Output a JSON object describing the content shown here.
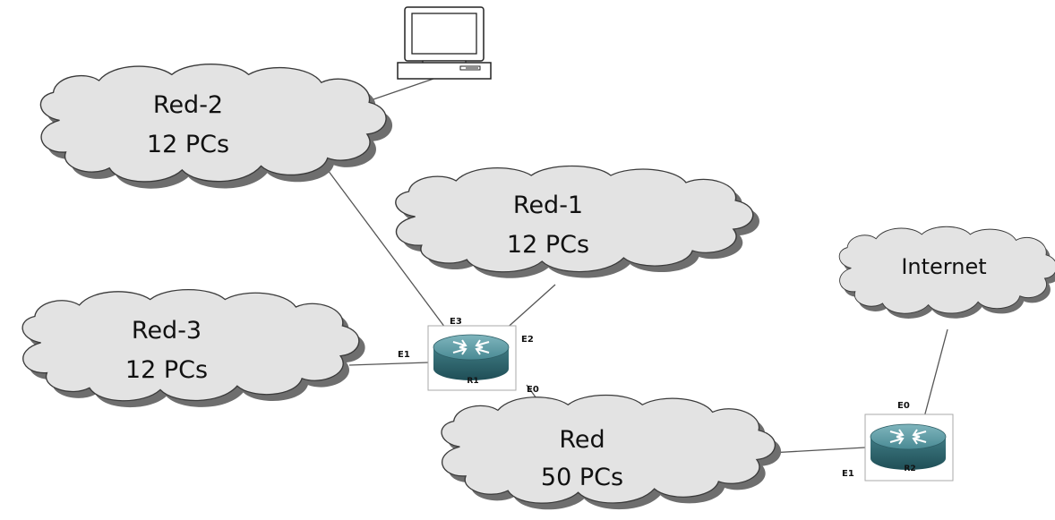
{
  "clouds": {
    "red2": {
      "line1": "Red-2",
      "line2": "12 PCs"
    },
    "red1": {
      "line1": "Red-1",
      "line2": "12 PCs"
    },
    "red3": {
      "line1": "Red-3",
      "line2": "12 PCs"
    },
    "red": {
      "line1": "Red",
      "line2": "50 PCs"
    },
    "internet": {
      "line1": "Internet"
    }
  },
  "routers": {
    "r1": {
      "label": "R1",
      "interfaces": {
        "e0": "E0",
        "e1": "E1",
        "e2": "E2",
        "e3": "E3"
      }
    },
    "r2": {
      "label": "R2",
      "interfaces": {
        "e0": "E0",
        "e1": "E1"
      }
    }
  },
  "colors": {
    "cloud_fill": "#e3e3e3",
    "cloud_shadow": "#6e6e6e",
    "router_body": "#4a8a94",
    "link": "#555555"
  },
  "icons": [
    "cloud-icon",
    "router-icon",
    "computer-icon"
  ]
}
